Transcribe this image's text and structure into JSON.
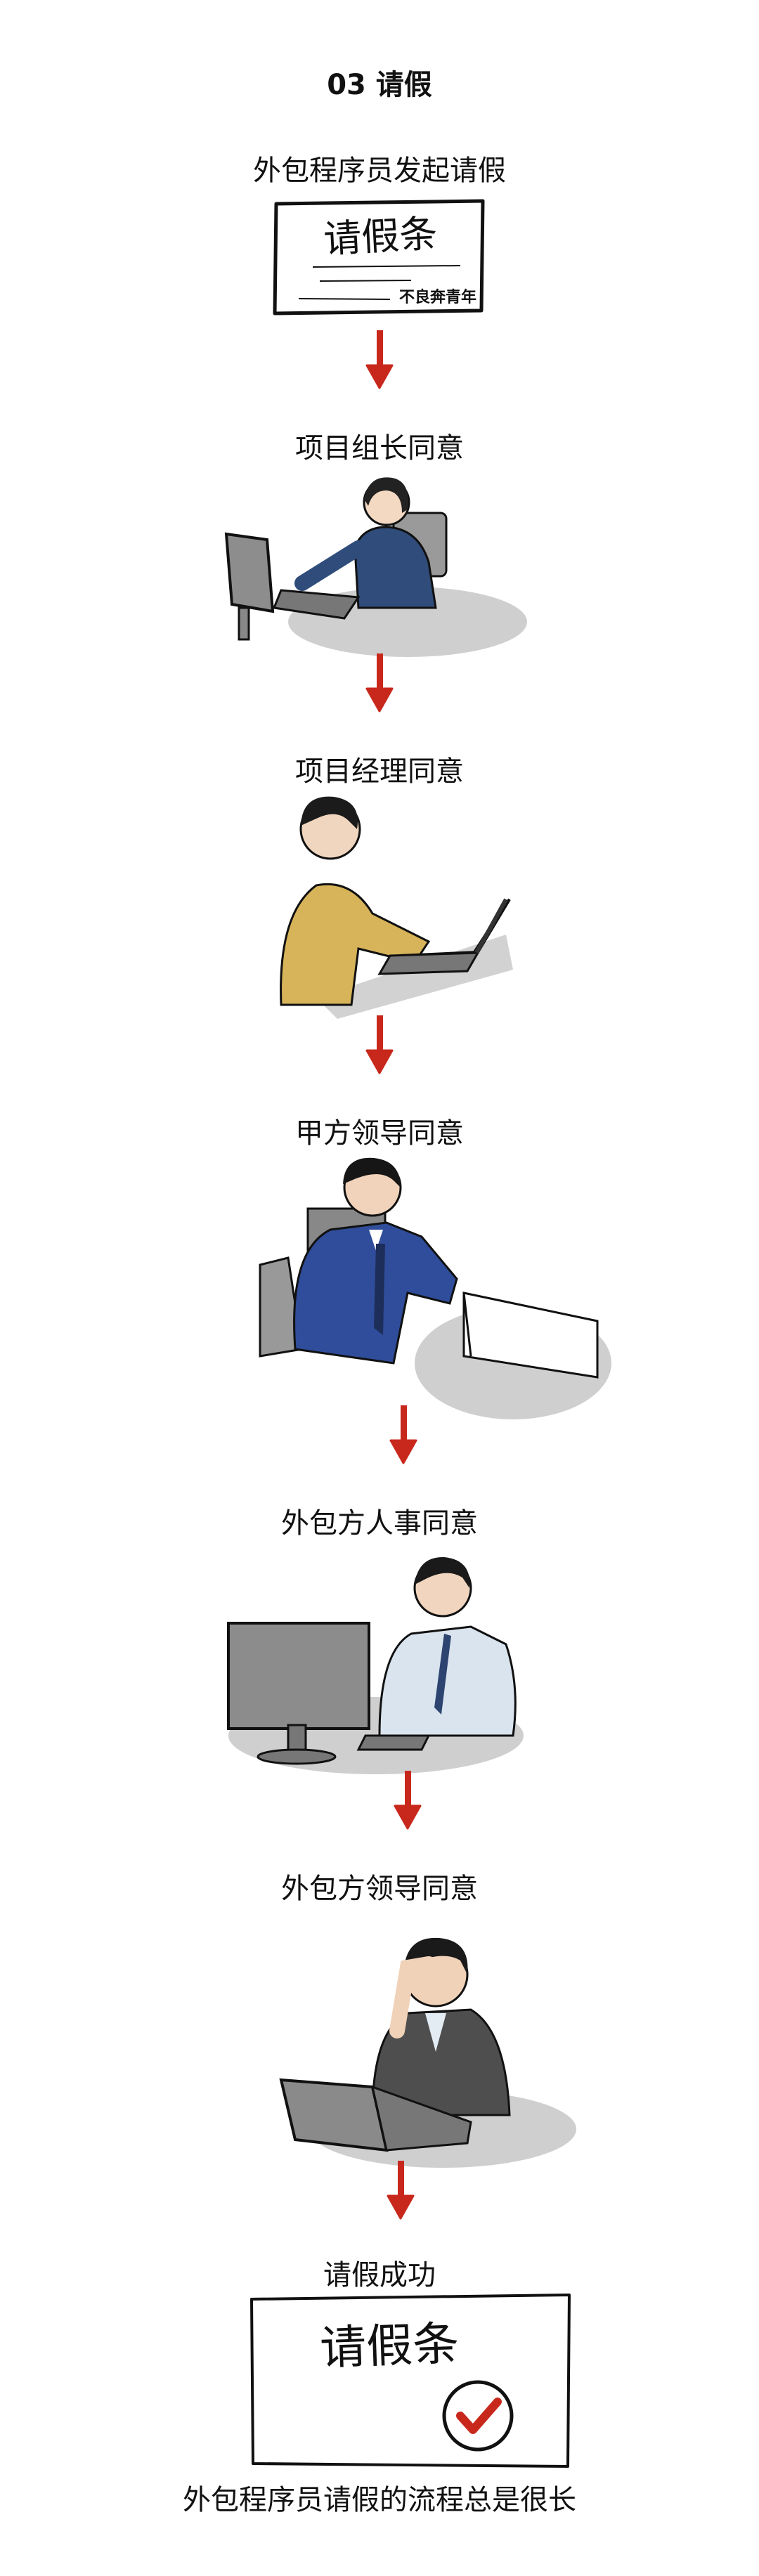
{
  "title": "03 请假",
  "steps": [
    {
      "label": "外包程序员发起请假"
    },
    {
      "label": "项目组长同意"
    },
    {
      "label": "项目经理同意"
    },
    {
      "label": "甲方领导同意"
    },
    {
      "label": "外包方人事同意"
    },
    {
      "label": "外包方领导同意"
    },
    {
      "label": "请假成功"
    }
  ],
  "note_top": {
    "heading": "请假条",
    "signature": "不良奔青年"
  },
  "note_bottom": {
    "heading": "请假条"
  },
  "footer": "外包程序员请假的流程总是很长",
  "colors": {
    "arrow": "#c8281c",
    "shadow": "#cfcfcf",
    "ink": "#111111"
  }
}
